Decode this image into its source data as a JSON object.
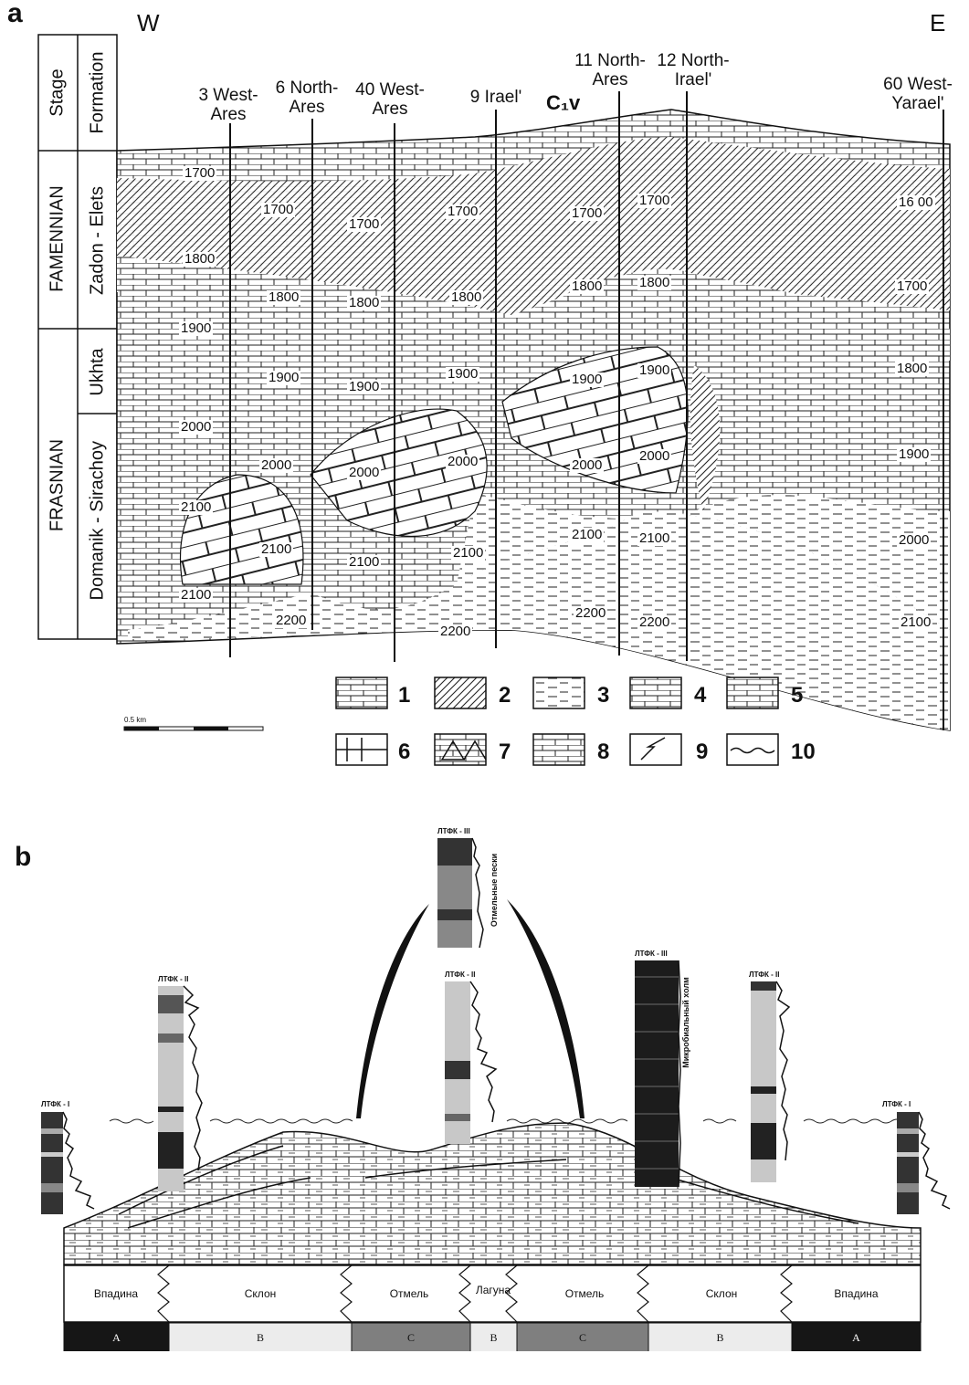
{
  "panel_a": {
    "letter": "a",
    "west": "W",
    "east": "E",
    "strat_headers": {
      "stage": "Stage",
      "formation": "Formation"
    },
    "stages": [
      "FAMENNIAN",
      "FRASNIAN"
    ],
    "formations": [
      "Zadon - Elets",
      "Ukhta",
      "Domanik - Sirachoy"
    ],
    "wells": [
      "3 West-\nAres",
      "6 North-\nAres",
      "40 West-\nAres",
      "9 Irael'",
      "11 North-\nAres",
      "12 North-\nIrael'",
      "60 West-\nYarael'"
    ],
    "unconformity_label": "C₁v",
    "depth_labels": [
      "1700",
      "1700",
      "1700",
      "1700",
      "1700",
      "1700",
      "16 00",
      "1700",
      "1800",
      "1800",
      "1800",
      "1800",
      "1800",
      "1800",
      "1800",
      "1900",
      "1900",
      "1900",
      "1900",
      "1900",
      "1900",
      "1900",
      "2000",
      "2000",
      "2000",
      "2000",
      "2000",
      "2000",
      "2000",
      "2100",
      "2100",
      "2100",
      "2100",
      "2100",
      "2100",
      "2100",
      "2200",
      "2200",
      "2200",
      "2200",
      "2100"
    ],
    "scale_label": "0.5 km",
    "legend": [
      "1",
      "2",
      "3",
      "4",
      "5",
      "6",
      "7",
      "8",
      "9",
      "10"
    ]
  },
  "panel_b": {
    "letter": "b",
    "columns": [
      {
        "label": "ЛТФК - I"
      },
      {
        "label": "ЛТФК - II"
      },
      {
        "label": "ЛТФК - III",
        "side_text": "Отмельные пески"
      },
      {
        "label": "ЛТФК - II"
      },
      {
        "label": "ЛТФК - III",
        "side_text": "Микробиальный холм"
      },
      {
        "label": "ЛТФК - II"
      },
      {
        "label": "ЛТФК - I"
      }
    ],
    "zones": [
      "Впадина",
      "Склон",
      "Отмель",
      "Лагуна",
      "Отмель",
      "Склон",
      "Впадина"
    ],
    "codes": [
      {
        "label": "A",
        "color": "#161616"
      },
      {
        "label": "B",
        "color": "#ececec"
      },
      {
        "label": "C",
        "color": "#7f7f7f"
      },
      {
        "label": "B",
        "color": "#ececec"
      },
      {
        "label": "C",
        "color": "#7f7f7f"
      },
      {
        "label": "B",
        "color": "#ececec"
      },
      {
        "label": "A",
        "color": "#161616"
      }
    ]
  }
}
